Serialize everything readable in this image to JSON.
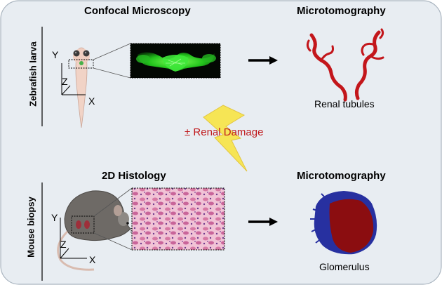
{
  "sections": {
    "confocal": "Confocal Microscopy",
    "microtomography_top": "Microtomography",
    "histology": "2D Histology",
    "microtomography_bottom": "Microtomography"
  },
  "organisms": {
    "zebrafish": "Zebrafish larva",
    "mouse": "Mouse biopsy"
  },
  "axes": {
    "top": {
      "y": "Y",
      "z": "Z",
      "x": "X"
    },
    "bottom": {
      "y": "Y",
      "z": "Z",
      "x": "X"
    }
  },
  "middle": {
    "damage_label": "± Renal Damage"
  },
  "results": {
    "tubules": "Renal tubules",
    "glomerulus": "Glomerulus"
  },
  "colors": {
    "background": "#e8edf2",
    "confocal_green": "#2ee62a",
    "tubule_red": "#c3161b",
    "glomerulus_blue": "#2730a0",
    "glomerulus_red": "#8b0d10",
    "lightning_yellow": "#f9e43a",
    "damage_text": "#c0191c",
    "histology_pink": "#e8a2c0"
  }
}
